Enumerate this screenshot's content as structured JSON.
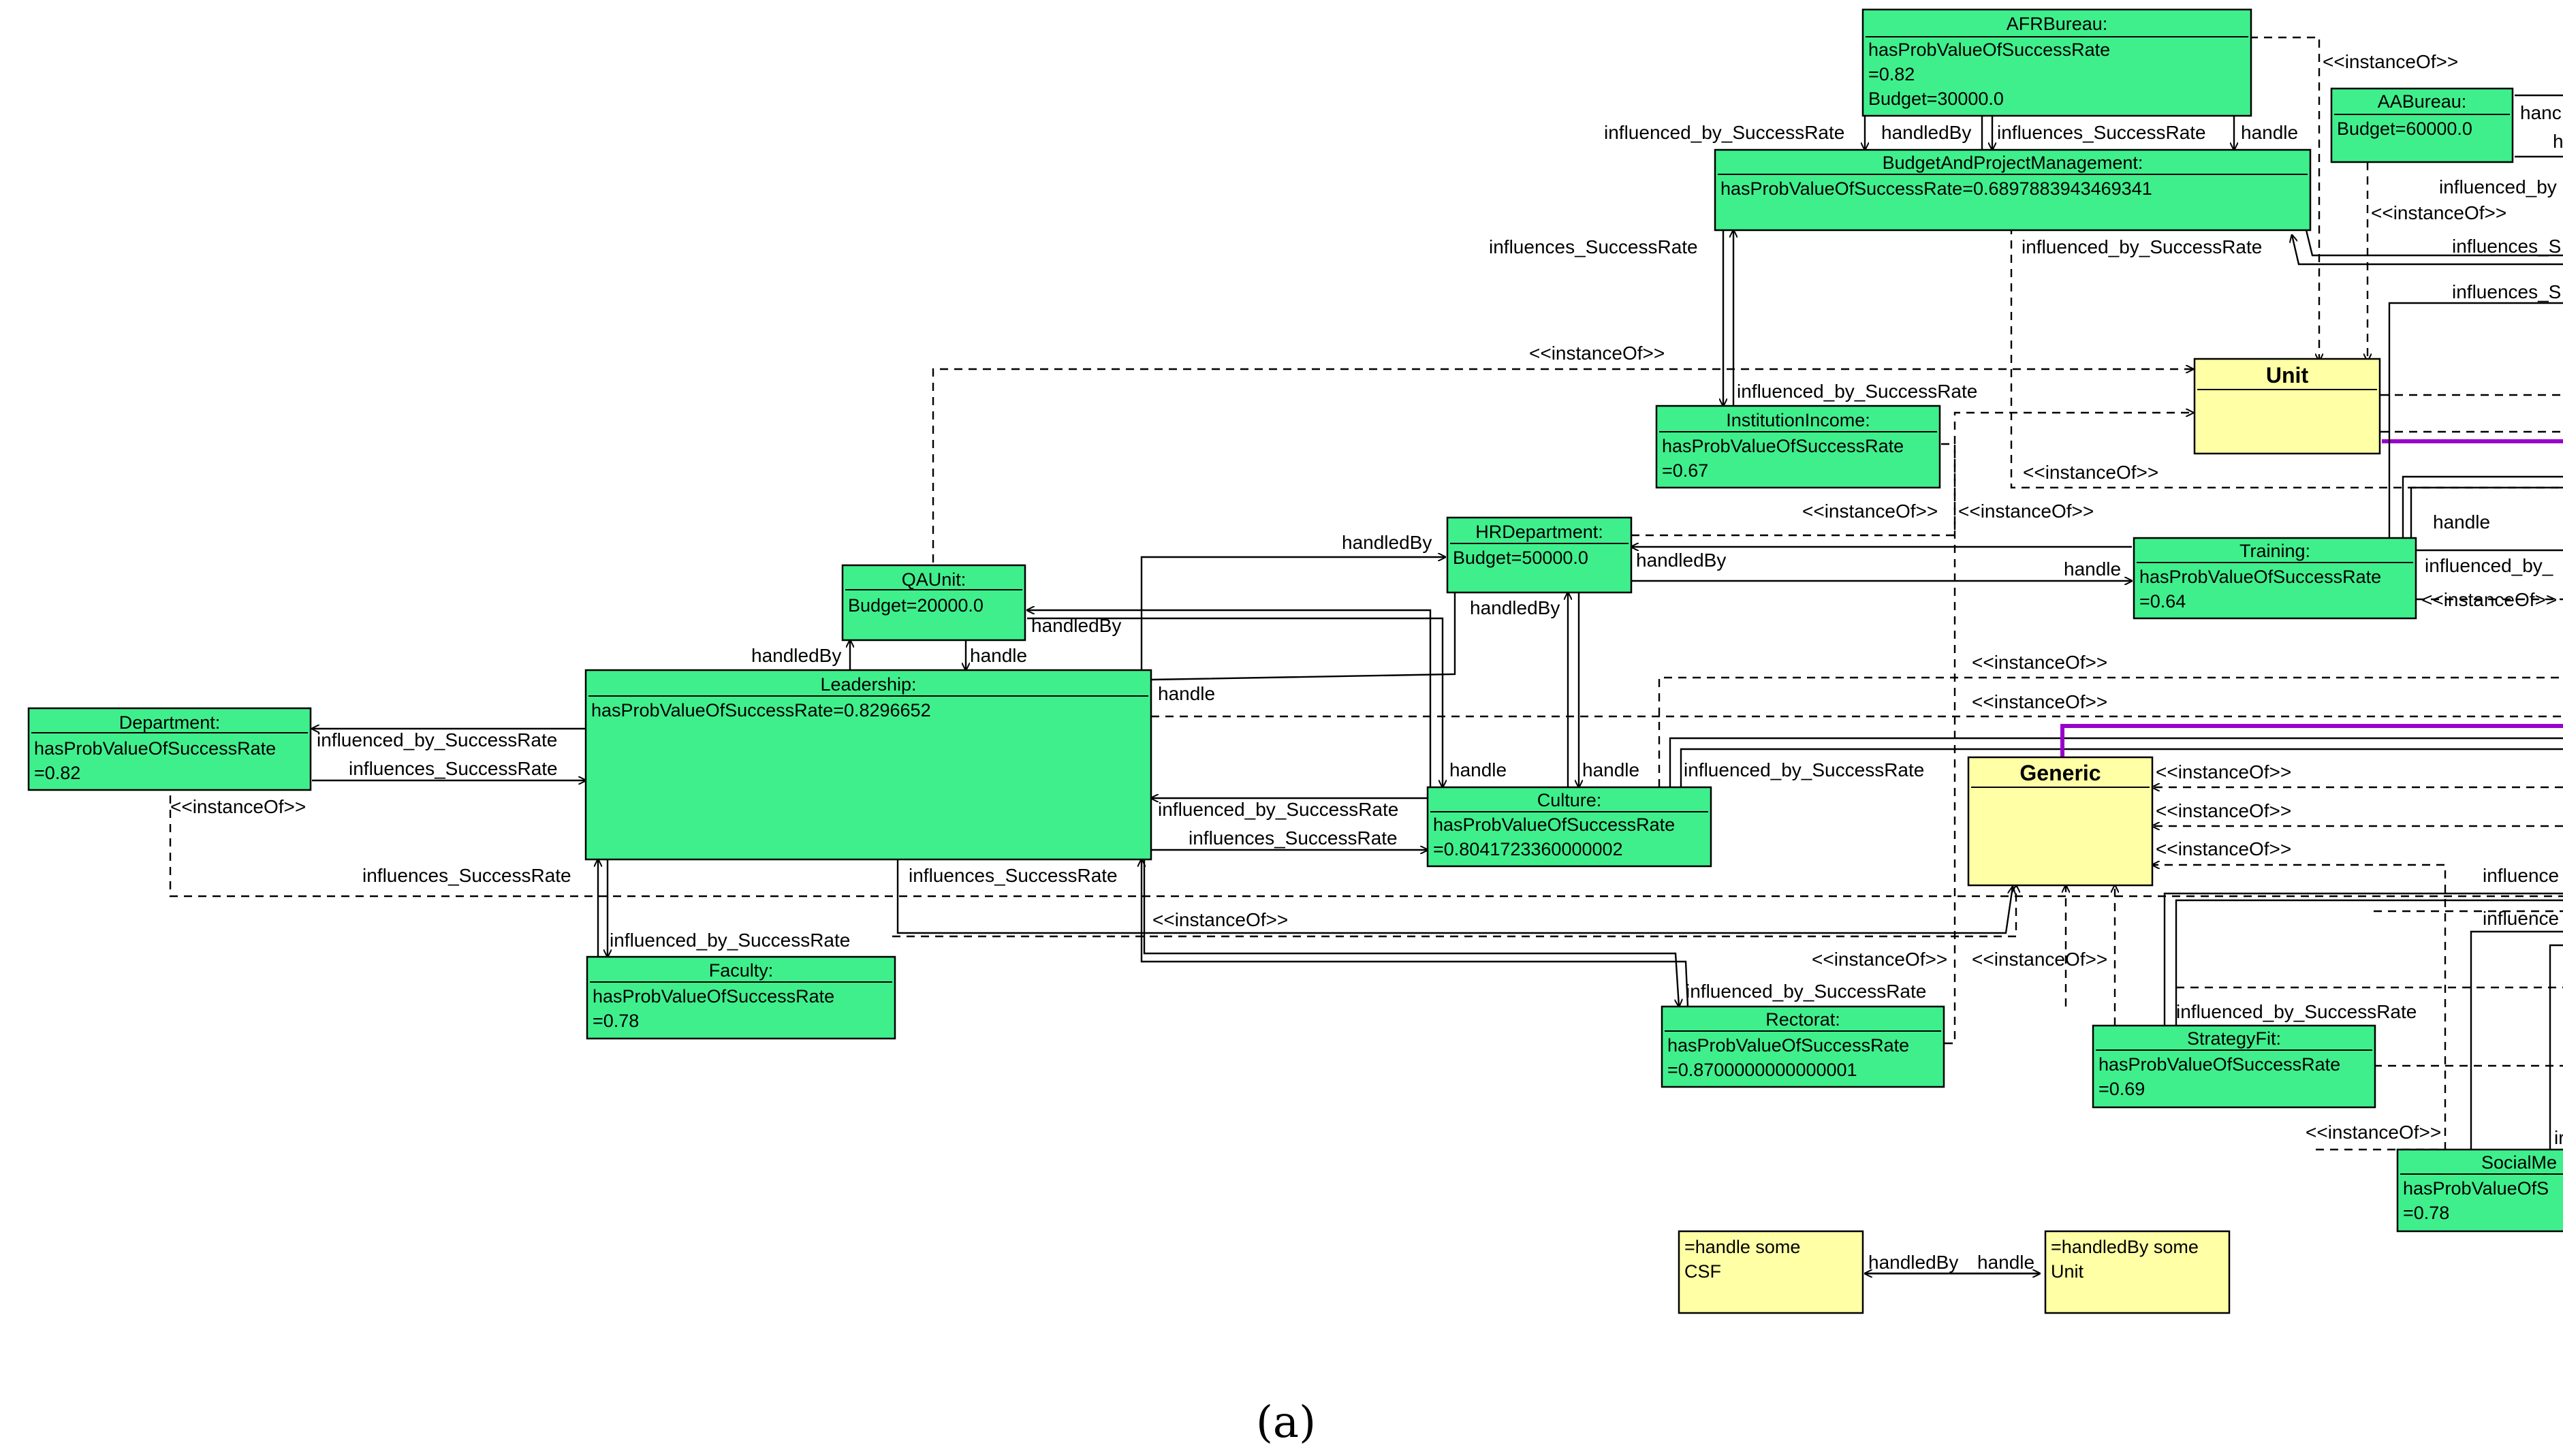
{
  "colors": {
    "instance_fill": "#3FEF8C",
    "class_fill": "#FFFFA6",
    "border": "#000000",
    "highlight": "#9900CC"
  },
  "caption": "(a)",
  "nodes": [
    {
      "id": "afr",
      "title": "AFRBureau:",
      "lines": [
        "hasProbValueOfSuccessRate",
        "=0.82",
        "Budget=30000.0"
      ]
    },
    {
      "id": "aab",
      "title": "AABureau:",
      "lines": [
        "Budget=60000.0"
      ]
    },
    {
      "id": "bpm",
      "title": "BudgetAndProjectManagement:",
      "lines": [
        "hasProbValueOfSuccessRate=0.6897883943469341"
      ]
    },
    {
      "id": "inst",
      "title": "InstitutionIncome:",
      "lines": [
        "hasProbValueOfSuccessRate",
        "=0.67"
      ]
    },
    {
      "id": "hr",
      "title": "HRDepartment:",
      "lines": [
        "Budget=50000.0"
      ]
    },
    {
      "id": "qa",
      "title": "QAUnit:",
      "lines": [
        "Budget=20000.0"
      ]
    },
    {
      "id": "dept",
      "title": "Department:",
      "lines": [
        "hasProbValueOfSuccessRate",
        "=0.82"
      ]
    },
    {
      "id": "lead",
      "title": "Leadership:",
      "lines": [
        "hasProbValueOfSuccessRate=0.8296652"
      ]
    },
    {
      "id": "culture",
      "title": "Culture:",
      "lines": [
        "hasProbValueOfSuccessRate",
        "=0.8041723360000002"
      ]
    },
    {
      "id": "faculty",
      "title": "Faculty:",
      "lines": [
        "hasProbValueOfSuccessRate",
        "=0.78"
      ]
    },
    {
      "id": "rect",
      "title": "Rectorat:",
      "lines": [
        "hasProbValueOfSuccessRate",
        "=0.8700000000000001"
      ]
    },
    {
      "id": "training",
      "title": "Training:",
      "lines": [
        "hasProbValueOfSuccessRate",
        "=0.64"
      ]
    },
    {
      "id": "strategy",
      "title": "StrategyFit:",
      "lines": [
        "hasProbValueOfSuccessRate",
        "=0.69"
      ]
    },
    {
      "id": "social",
      "title": "SocialMe",
      "lines": [
        "hasProbValueOfS",
        "=0.78"
      ]
    }
  ],
  "classes": [
    {
      "id": "unit",
      "title": "Unit"
    },
    {
      "id": "generic",
      "title": "Generic"
    }
  ],
  "notes": [
    {
      "id": "handle-csf",
      "lines": [
        "=handle some",
        "CSF"
      ]
    },
    {
      "id": "handledby-unit",
      "lines": [
        "=handledBy some",
        "Unit"
      ]
    }
  ],
  "edge_labels": {
    "infl_by_sr": "influenced_by_SuccessRate",
    "infl_sr": "influences_SuccessRate",
    "handledBy": "handledBy",
    "handle": "handle",
    "instanceOf": "<<instanceOf>>",
    "hanc": "hanc",
    "h": "h",
    "influenced_by_trunc": "influenced_by",
    "influenced_by_trunc2": "influenced_by_",
    "influences_s_trunc": "influences_S",
    "influences_s_trunc2": "influences_S",
    "influence_trunc": "influence",
    "influence_trunc2": "influence",
    "ir_trunc": "ir"
  }
}
